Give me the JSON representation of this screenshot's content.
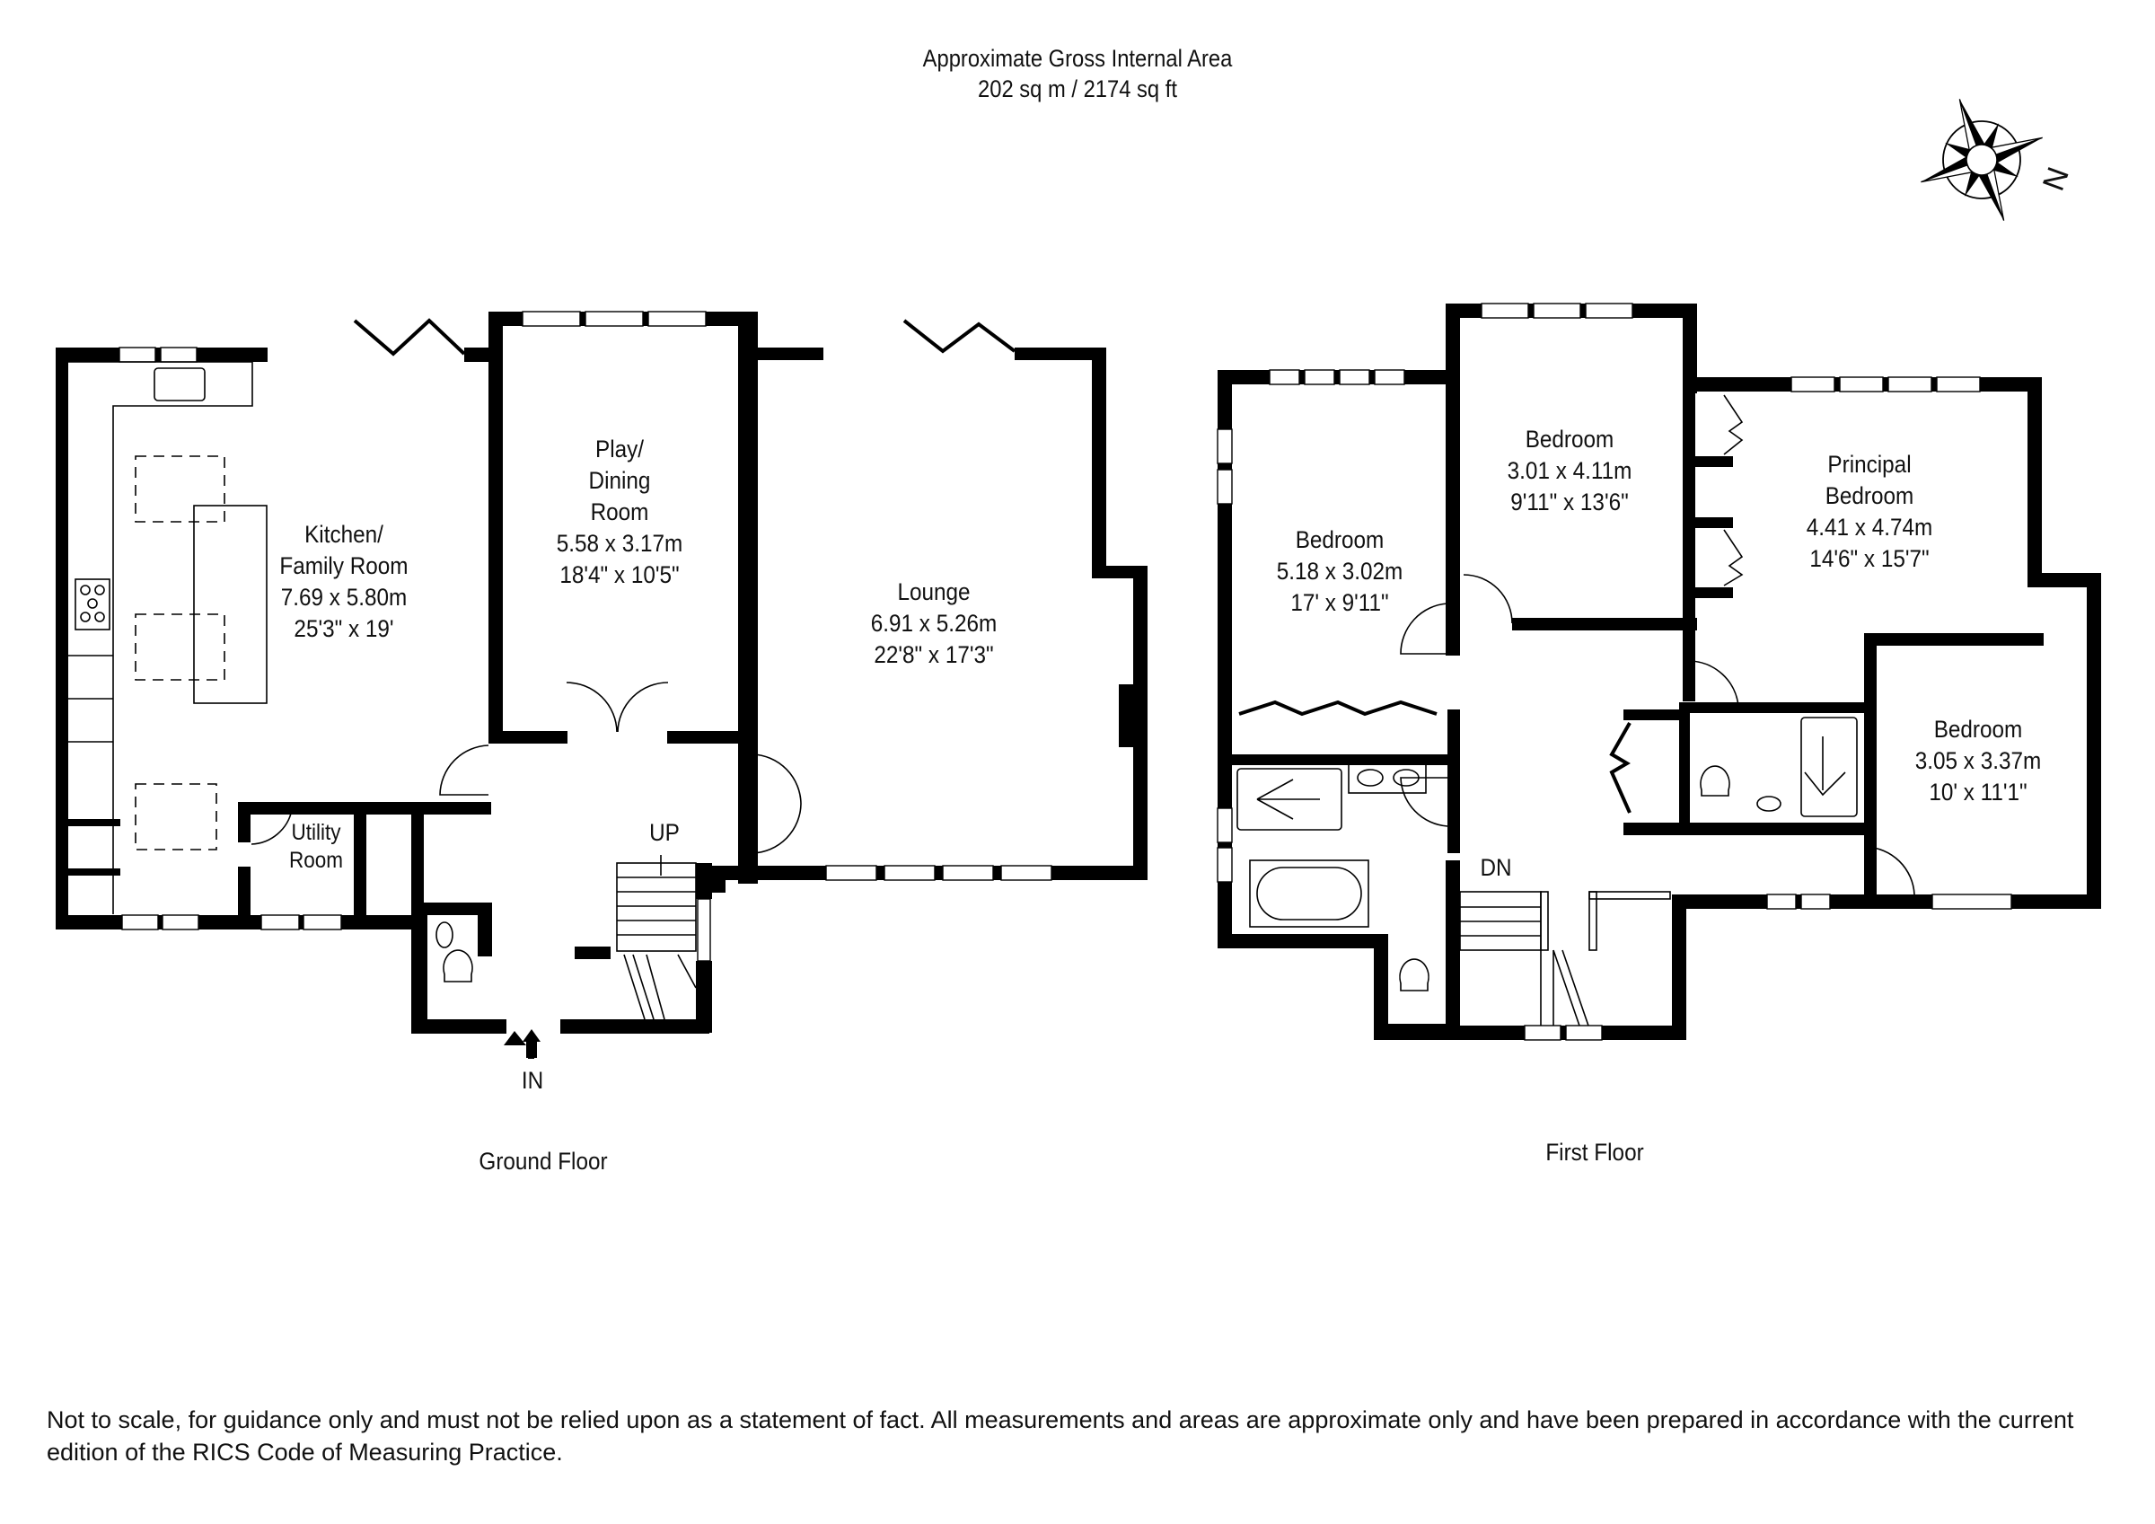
{
  "header": {
    "title": "Approximate Gross Internal Area",
    "area": "202 sq m / 2174 sq ft"
  },
  "compass": {
    "icon": "compass-rose-icon",
    "north_label": "N"
  },
  "ground_floor": {
    "label": "Ground Floor",
    "rooms": [
      {
        "name_line1": "Kitchen/",
        "name_line2": "Family Room",
        "metric": "7.69 x 5.80m",
        "imperial": "25'3\" x 19'"
      },
      {
        "name_line1": "Play/",
        "name_line2": "Dining",
        "name_line3": "Room",
        "metric": "5.58 x 3.17m",
        "imperial": "18'4\" x 10'5\""
      },
      {
        "name_line1": "Lounge",
        "metric": "6.91 x 5.26m",
        "imperial": "22'8\" x 17'3\""
      },
      {
        "name_line1": "Utility",
        "name_line2": "Room"
      }
    ],
    "stairs_label": "UP",
    "entrance_label": "IN"
  },
  "first_floor": {
    "label": "First Floor",
    "rooms": [
      {
        "name_line1": "Bedroom",
        "metric": "5.18 x 3.02m",
        "imperial": "17' x 9'11\""
      },
      {
        "name_line1": "Bedroom",
        "metric": "3.01 x 4.11m",
        "imperial": "9'11\" x 13'6\""
      },
      {
        "name_line1": "Principal",
        "name_line2": "Bedroom",
        "metric": "4.41 x 4.74m",
        "imperial": "14'6\" x 15'7\""
      },
      {
        "name_line1": "Bedroom",
        "metric": "3.05 x 3.37m",
        "imperial": "10' x 11'1\""
      }
    ],
    "stairs_label": "DN"
  },
  "disclaimer": "Not to scale, for guidance only and must not be relied upon as a statement of fact. All measurements and areas are approximate only and have been prepared in accordance with the current edition of the RICS Code of Measuring Practice.",
  "colors": {
    "walls": "#000000",
    "background": "#ffffff"
  }
}
